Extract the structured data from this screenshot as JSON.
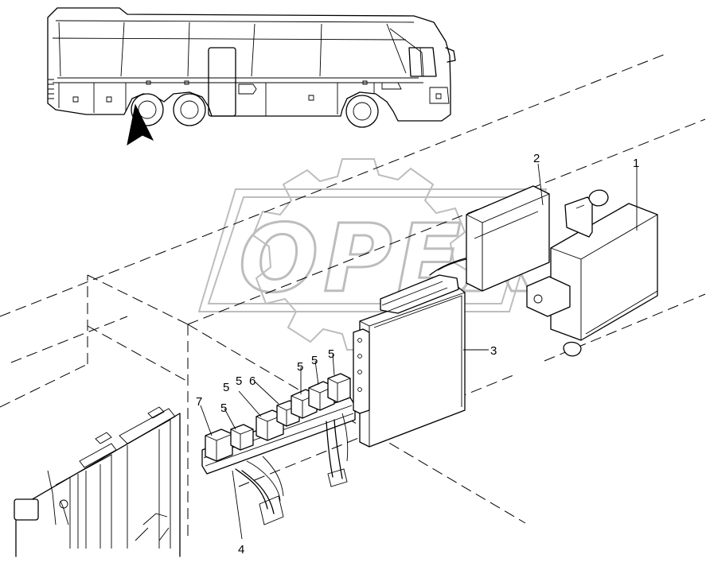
{
  "watermark": {
    "text": "OPEX"
  },
  "callouts": [
    "1",
    "2",
    "3",
    "4",
    "5",
    "5",
    "5",
    "5",
    "5",
    "6",
    "7"
  ]
}
